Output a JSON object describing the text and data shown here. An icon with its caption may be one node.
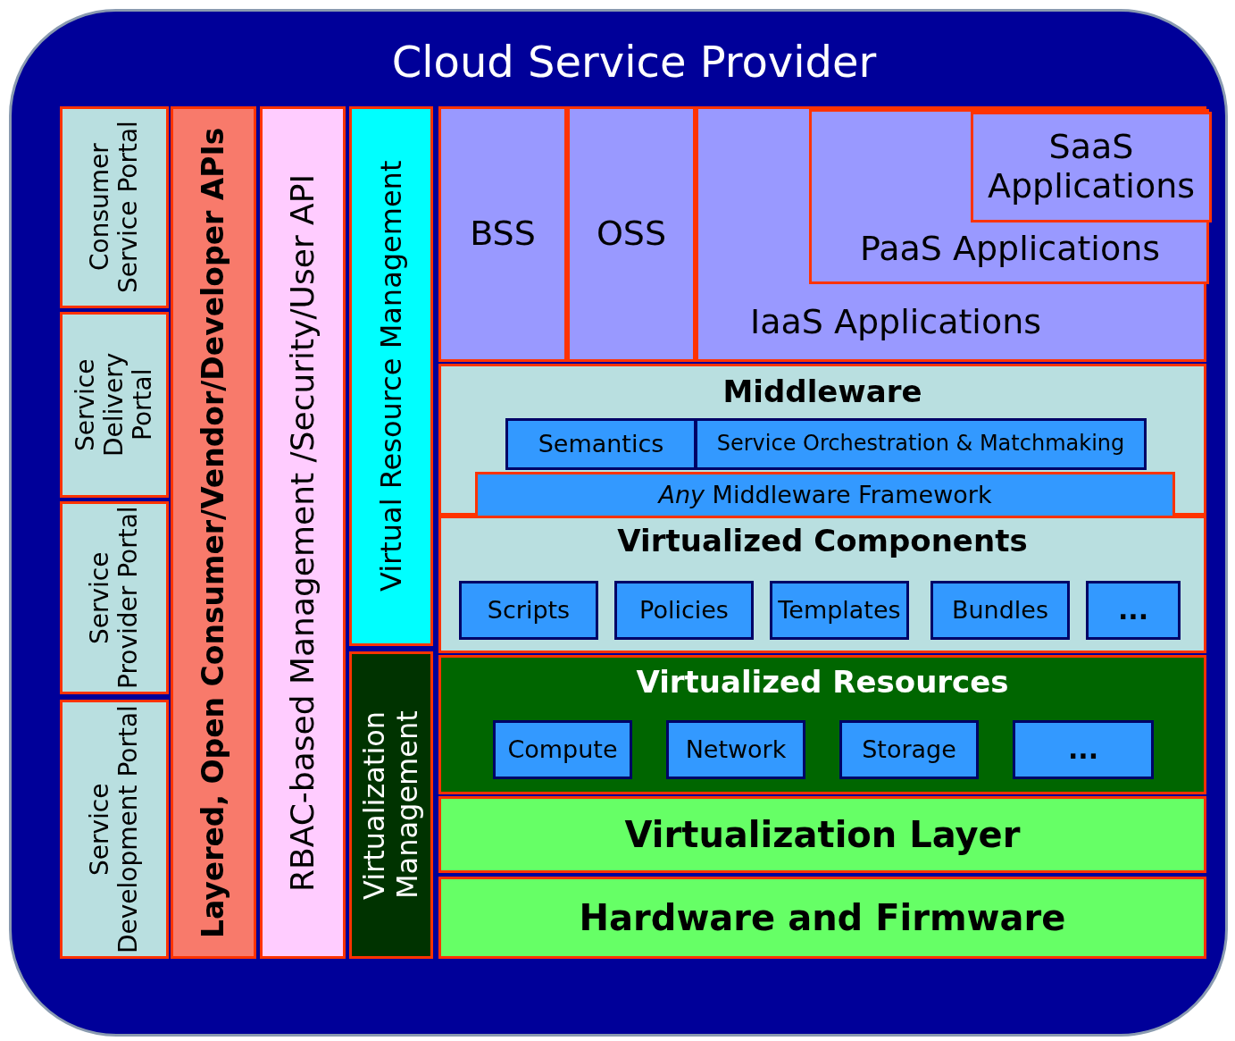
{
  "diagram": {
    "nodes": [
      {
        "text": [
          "Cloud Service Provider"
        ]
      },
      {
        "text": [
          "Consumer Service Portal"
        ],
        "in": 0
      },
      {
        "text": [
          "Service Delivery Portal"
        ],
        "in": 0
      },
      {
        "text": [
          "Service Provider Portal"
        ],
        "in": 0
      },
      {
        "text": [
          "Service Development Portal"
        ],
        "in": 0
      },
      {
        "text": [
          "Layered, Open Consumer/Vendor/Developer APIs"
        ],
        "in": 0
      },
      {
        "text": [
          "RBAC-based Management /Security/User API"
        ],
        "in": 0
      },
      {
        "text": [
          "Virtual Resource Management"
        ],
        "in": 0
      },
      {
        "text": [
          "Virtualization Management"
        ],
        "in": 0
      },
      {
        "text": [
          "BSS"
        ],
        "in": 0
      },
      {
        "text": [
          "OSS"
        ],
        "in": 0
      },
      {
        "text": [
          "IaaS Applications"
        ],
        "in": 0
      },
      {
        "text": [
          "PaaS Applications"
        ],
        "in": 11
      },
      {
        "text": [
          "SaaS Applications"
        ],
        "in": 12
      },
      {
        "text": [
          "Middleware"
        ],
        "in": 0
      },
      {
        "text": [
          "Semantics"
        ],
        "in": 14
      },
      {
        "text": [
          "Service Orchestration & Matchmaking"
        ],
        "in": 14
      },
      {
        "text": [
          "*Any* Middleware Framework"
        ],
        "in": 14
      },
      {
        "text": [
          "Virtualized Components"
        ],
        "in": 0
      },
      {
        "text": [
          "Scripts"
        ],
        "in": 18
      },
      {
        "text": [
          "Policies"
        ],
        "in": 18
      },
      {
        "text": [
          "Templates"
        ],
        "in": 18
      },
      {
        "text": [
          "Bundles"
        ],
        "in": 18
      },
      {
        "text": [
          "..."
        ],
        "in": 18
      },
      {
        "text": [
          "Virtualized Resources"
        ],
        "in": 0
      },
      {
        "text": [
          "Compute"
        ],
        "in": 24
      },
      {
        "text": [
          "Network"
        ],
        "in": 24
      },
      {
        "text": [
          "Storage"
        ],
        "in": 24
      },
      {
        "text": [
          "..."
        ],
        "in": 24
      },
      {
        "text": [
          "Virtualization Layer"
        ],
        "in": 0
      },
      {
        "text": [
          "Hardware and Firmware"
        ],
        "in": 0
      }
    ]
  }
}
